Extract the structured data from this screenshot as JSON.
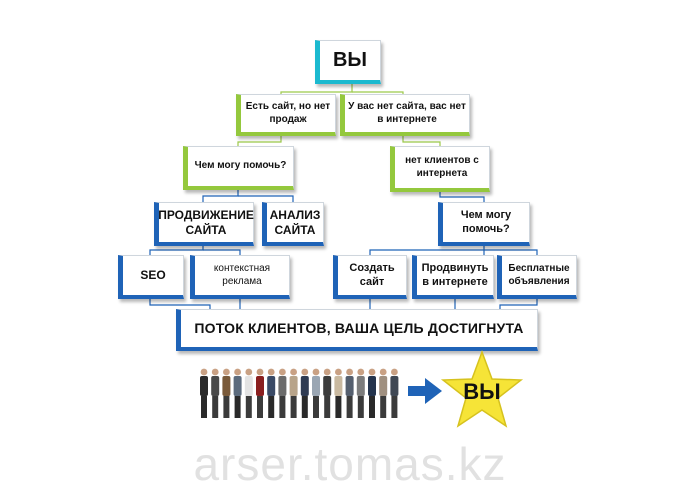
{
  "nodes": {
    "you_top": "ВЫ",
    "site_no_sales": "Есть сайт, но нет продаж",
    "no_site": "У вас нет сайта, вас нет в интернете",
    "how_help_left": "Чем могу помочь?",
    "no_clients": "нет клиентов с интернета",
    "promotion": "ПРОДВИЖЕНИЕ САЙТА",
    "analysis": "АНАЛИЗ САЙТА",
    "how_help_right": "Чем могу помочь?",
    "seo": "SEO",
    "context_ads": "контекстная реклама",
    "create_site": "Создать сайт",
    "promote_online": "Продвинуть в интернете",
    "free_ads": "Бесплатные объявления",
    "goal_bar": "ПОТОК КЛИЕНТОВ, ВАША ЦЕЛЬ ДОСТИГНУТА",
    "you_star": "ВЫ"
  },
  "watermark": "arser.tomas.kz",
  "colors": {
    "cyan": "#1bb9cf",
    "green": "#94c83d",
    "blue": "#1f63b7",
    "star": "#f6e437",
    "arrow": "#1f63b7"
  },
  "icons": [
    "people-queue-image",
    "arrow-right-icon",
    "star-icon"
  ]
}
